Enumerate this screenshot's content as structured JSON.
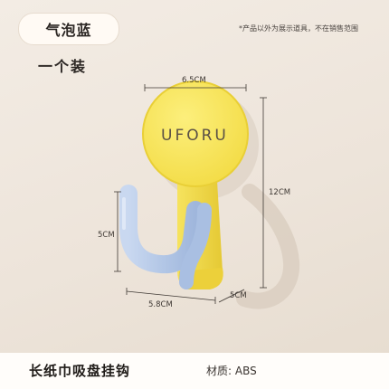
{
  "header": {
    "color_tag": "气泡蓝",
    "count_label": "一个装",
    "disclaimer": "*产品以外为展示道具，不在销售范围"
  },
  "product": {
    "brand_text": "UFORU",
    "plate_color": "#f9e45a",
    "hook_color": "#b8cbe8",
    "base_color": "#f1d63a"
  },
  "dimensions": {
    "plate_width": "6.5CM",
    "total_height": "12CM",
    "hook_height": "5CM",
    "base_width": "5.8CM",
    "depth": "5CM"
  },
  "footer": {
    "product_name": "长纸巾吸盘挂钩",
    "material": "材质:  ABS"
  }
}
